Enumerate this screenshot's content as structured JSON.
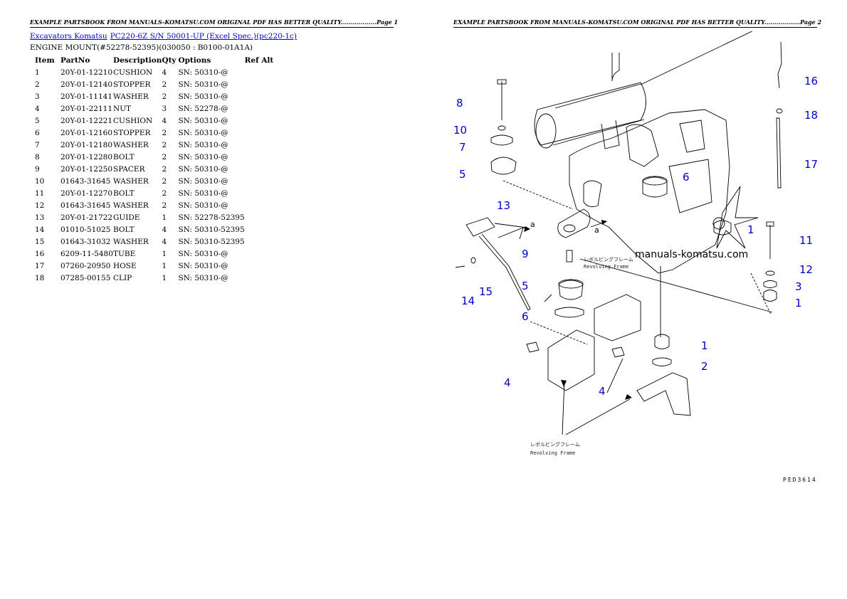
{
  "header": {
    "page1": "EXAMPLE PARTSBOOK FROM MANUALS-KOMATSU.COM ORIGINAL PDF HAS BETTER QUALITY..................Page 1",
    "page2": "EXAMPLE PARTSBOOK FROM MANUALS-KOMATSU.COM ORIGINAL PDF HAS BETTER QUALITY..................Page 2"
  },
  "breadcrumb": {
    "link1": "Excavators Komatsu",
    "link2": "PC220-6Z S/N 50001-UP (Excel Spec.)(pc220-1c)"
  },
  "subtitle": "ENGINE MOUNT(#52278-52395)(030050 : B0100-01A1A)",
  "table": {
    "headers": [
      "Item",
      "PartNo",
      "Description",
      "Qty",
      "Options",
      "Ref Alt"
    ],
    "rows": [
      [
        "1",
        "20Y-01-12210",
        "CUSHION",
        "4",
        "SN: 50310-@",
        ""
      ],
      [
        "2",
        "20Y-01-12140",
        "STOPPER",
        "2",
        "SN: 50310-@",
        ""
      ],
      [
        "3",
        "20Y-01-11141",
        "WASHER",
        "2",
        "SN: 50310-@",
        ""
      ],
      [
        "4",
        "20Y-01-22111",
        "NUT",
        "3",
        "SN: 52278-@",
        ""
      ],
      [
        "5",
        "20Y-01-12221",
        "CUSHION",
        "4",
        "SN: 50310-@",
        ""
      ],
      [
        "6",
        "20Y-01-12160",
        "STOPPER",
        "2",
        "SN: 50310-@",
        ""
      ],
      [
        "7",
        "20Y-01-12180",
        "WASHER",
        "2",
        "SN: 50310-@",
        ""
      ],
      [
        "8",
        "20Y-01-12280",
        "BOLT",
        "2",
        "SN: 50310-@",
        ""
      ],
      [
        "9",
        "20Y-01-12250",
        "SPACER",
        "2",
        "SN: 50310-@",
        ""
      ],
      [
        "10",
        "01643-31645",
        "WASHER",
        "2",
        "SN: 50310-@",
        ""
      ],
      [
        "11",
        "20Y-01-12270",
        "BOLT",
        "2",
        "SN: 50310-@",
        ""
      ],
      [
        "12",
        "01643-31645",
        "WASHER",
        "2",
        "SN: 50310-@",
        ""
      ],
      [
        "13",
        "20Y-01-21722",
        "GUIDE",
        "1",
        "SN: 52278-52395",
        ""
      ],
      [
        "14",
        "01010-51025",
        "BOLT",
        "4",
        "SN: 50310-52395",
        ""
      ],
      [
        "15",
        "01643-31032",
        "WASHER",
        "4",
        "SN: 50310-52395",
        ""
      ],
      [
        "16",
        "6209-11-5480",
        "TUBE",
        "1",
        "SN: 50310-@",
        ""
      ],
      [
        "17",
        "07260-20950",
        "HOSE",
        "1",
        "SN: 50310-@",
        ""
      ],
      [
        "18",
        "07285-00155",
        "CLIP",
        "1",
        "SN: 50310-@",
        ""
      ]
    ]
  },
  "diagram": {
    "callouts": [
      "8",
      "10",
      "7",
      "5",
      "13",
      "9",
      "5",
      "6",
      "4",
      "14",
      "15",
      "6",
      "1",
      "2",
      "4",
      "16",
      "18",
      "17",
      "1",
      "11",
      "12",
      "3",
      "1"
    ],
    "arrow_letters": [
      "a",
      "a"
    ],
    "watermark": "manuals-komatsu.com",
    "frame_label_jp": "レボルビングフレーム",
    "frame_label_en": "Revolving Frame",
    "drawing_code": "PED3614",
    "accent_color": "#0000c8"
  }
}
